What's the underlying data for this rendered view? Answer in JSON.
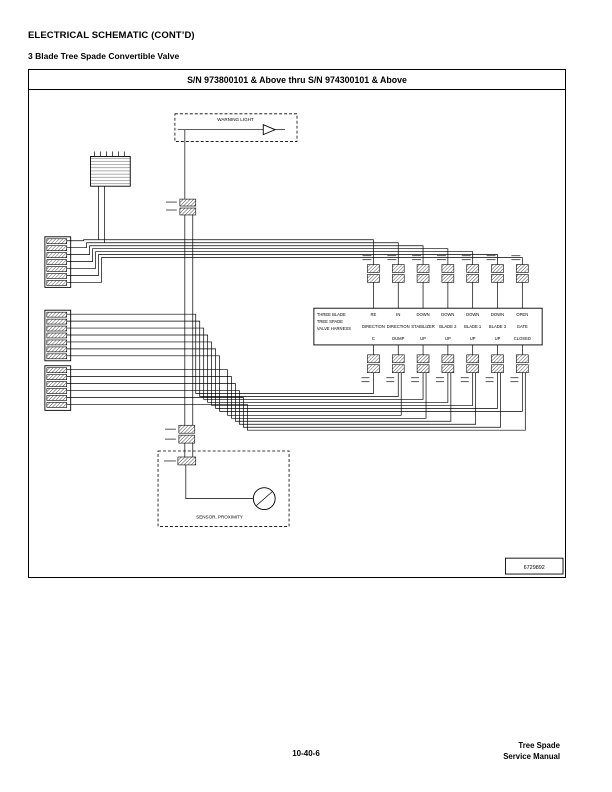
{
  "page": {
    "header_line1": "ELECTRICAL SCHEMATIC (CONT’D)",
    "header_line2": "3 Blade Tree Spade Convertible Valve",
    "footer_page_number": "10-40-6",
    "footer_right_line1": "Tree Spade",
    "footer_right_line2": "Service Manual"
  },
  "schematic": {
    "title": "S/N 973800101 & Above thru S/N 974300101 & Above",
    "part_number": "6729892",
    "warning_light_label": "WARNING LIGHT",
    "proximity_sensor_label": "SENSOR, PROXIMITY",
    "ink_color": "#000000",
    "valve_box": {
      "harness_label_line1": "THREE BLADE",
      "harness_label_line2": "TREE SPADE",
      "harness_label_line3": "VALVE HARNESS",
      "columns": [
        {
          "top": "RE",
          "name": "DIRECTION",
          "bottom": "C"
        },
        {
          "top": "IN",
          "name": "DIRECTION",
          "bottom": "DUMP"
        },
        {
          "top": "DOWN",
          "name": "STABILIZER",
          "bottom": "UP"
        },
        {
          "top": "DOWN",
          "name": "BLADE 2",
          "bottom": "UP"
        },
        {
          "top": "DOWN",
          "name": "BLADE 1",
          "bottom": "UP"
        },
        {
          "top": "DOWN",
          "name": "BLADE 3",
          "bottom": "UP"
        },
        {
          "top": "OPEN",
          "name": "GATE",
          "bottom": "CLOSED"
        }
      ]
    }
  }
}
